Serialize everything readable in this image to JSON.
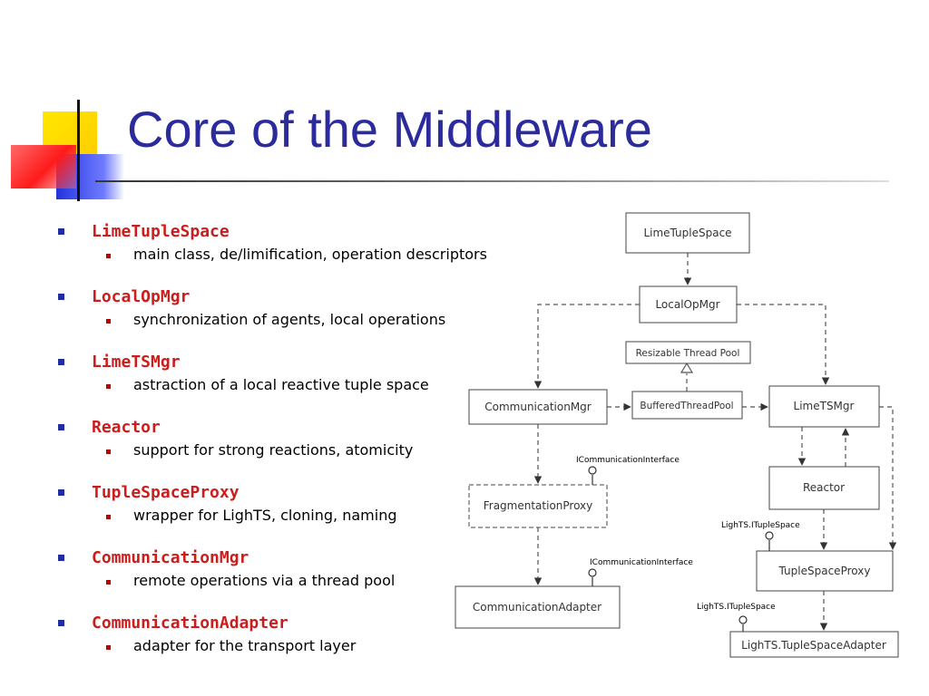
{
  "title": "Core of the Middleware",
  "bullets": [
    {
      "name": "LimeTupleSpace",
      "description": "main class, de/limification, operation descriptors"
    },
    {
      "name": "LocalOpMgr",
      "description": "synchronization of agents, local operations"
    },
    {
      "name": "LimeTSMgr",
      "description": "astraction of a local reactive tuple space"
    },
    {
      "name": "Reactor",
      "description": "support for strong reactions, atomicity"
    },
    {
      "name": "TupleSpaceProxy",
      "description": "wrapper for LighTS, cloning, naming"
    },
    {
      "name": "CommunicationMgr",
      "description": "remote operations via a thread pool"
    },
    {
      "name": "CommunicationAdapter",
      "description": "adapter for the transport layer"
    }
  ],
  "diagram": {
    "nodes": {
      "lime_tuple_space": "LimeTupleSpace",
      "local_op_mgr": "LocalOpMgr",
      "resizable_thread_pool": "Resizable Thread Pool",
      "communication_mgr": "CommunicationMgr",
      "buffered_thread_pool": "BufferedThreadPool",
      "lime_ts_mgr": "LimeTSMgr",
      "fragmentation_proxy": "FragmentationProxy",
      "reactor": "Reactor",
      "tuple_space_proxy": "TupleSpaceProxy",
      "communication_adapter": "CommunicationAdapter",
      "lights_tuple_space_adapter": "LighTS.TupleSpaceAdapter"
    },
    "interfaces": {
      "icomm_1": "ICommunicationInterface",
      "icomm_2": "ICommunicationInterface",
      "ituplespace_1": "LighTS.ITupleSpace",
      "ituplespace_2": "LighTS.ITupleSpace"
    }
  },
  "colors": {
    "title": "#2b2b9e",
    "class_name": "#cc1d1d",
    "bullet_main": "#1f2f9e",
    "bullet_sub": "#b40000"
  }
}
